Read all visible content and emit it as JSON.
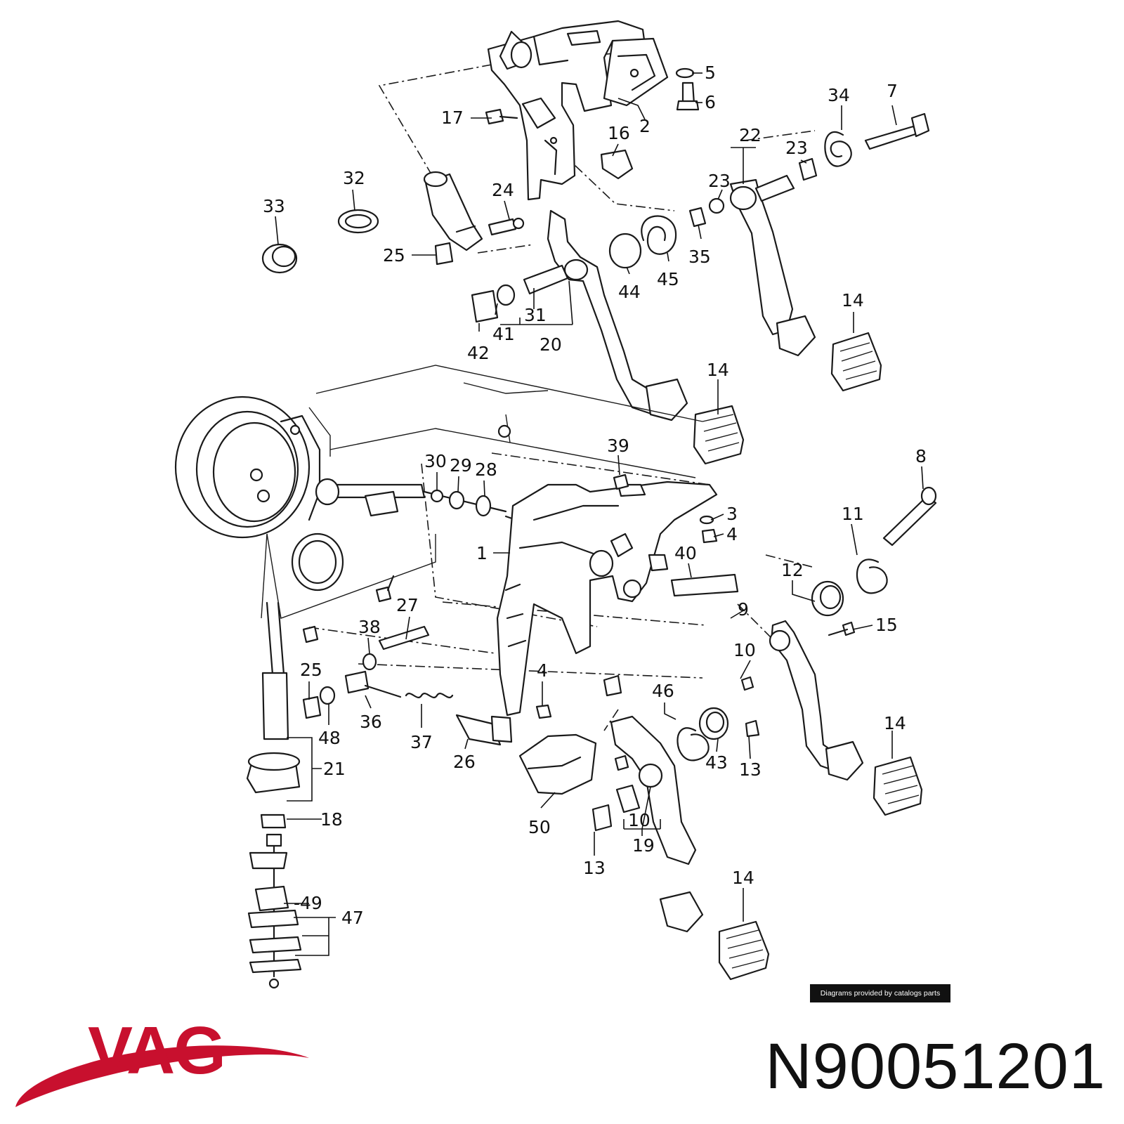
{
  "diagram": {
    "labels": {
      "l5": "5",
      "l6": "6",
      "l2": "2",
      "l16": "16",
      "l17": "17",
      "l34": "34",
      "l7": "7",
      "l22": "22",
      "l23a": "23",
      "l23b": "23",
      "l32": "32",
      "l33": "33",
      "l24": "24",
      "l25a": "25",
      "l35": "35",
      "l44": "44",
      "l45": "45",
      "l31": "31",
      "l41": "41",
      "l42": "42",
      "l20": "20",
      "l14a": "14",
      "l14b": "14",
      "l39": "39",
      "l30": "30",
      "l29": "29",
      "l28": "28",
      "l8": "8",
      "l3": "3",
      "l4a": "4",
      "l11": "11",
      "l1": "1",
      "l40": "40",
      "l12": "12",
      "l27": "27",
      "l9": "9",
      "l15": "15",
      "l38": "38",
      "l10a": "10",
      "l25b": "25",
      "l4b": "4",
      "l46": "46",
      "l14c": "14",
      "l48": "48",
      "l36": "36",
      "l37": "37",
      "l26": "26",
      "l21": "21",
      "l43": "43",
      "l13a": "13",
      "l50": "50",
      "l18": "18",
      "l10b": "10",
      "l19": "19",
      "l13b": "13",
      "l14d": "14",
      "l49": "-49",
      "l47": "47"
    }
  },
  "credit": "Diagrams provided by catalogs parts",
  "brand": {
    "name": "VAG",
    "color": "#c8102e"
  },
  "part_number": "N90051201"
}
